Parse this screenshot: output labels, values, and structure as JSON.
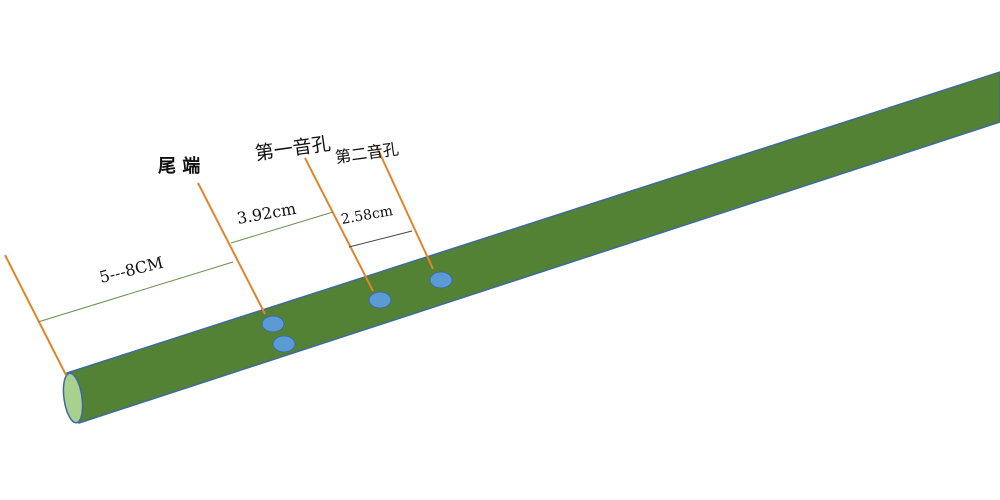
{
  "labels": {
    "tail": "尾 端",
    "first_hole": "第一音孔",
    "second_hole": "第二音孔",
    "dim_tail_to_end": "5---8CM",
    "dim_tail_to_first": "3.92cm",
    "dim_first_to_second": "2.58cm"
  },
  "colors": {
    "tube": "#548235",
    "tube_edge": "#3f6aa0",
    "end_cap": "#a9d18e",
    "hole": "#5b9bd5",
    "leader": "#e0852d",
    "dim_line": "#6b8f4e"
  }
}
